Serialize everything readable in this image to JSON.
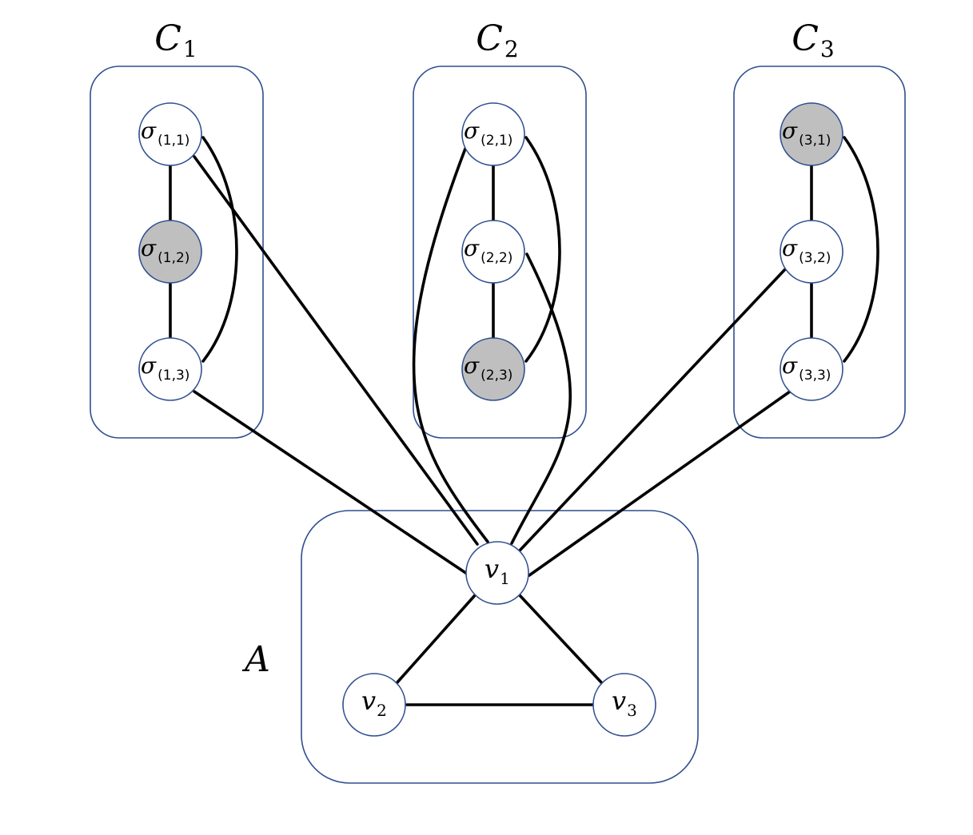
{
  "colors": {
    "box_stroke": "#2f4f8f",
    "node_default": "#ffffff",
    "node_marked": "#bfbfbf",
    "edge": "#000000"
  },
  "groups": [
    {
      "id": "C1",
      "letter": "C",
      "sub": "1"
    },
    {
      "id": "C2",
      "letter": "C",
      "sub": "2"
    },
    {
      "id": "C3",
      "letter": "C",
      "sub": "3"
    },
    {
      "id": "A",
      "letter": "A",
      "sub": ""
    }
  ],
  "nodes": [
    {
      "id": "s11",
      "kind": "sigma",
      "sub": "(1,1)",
      "marked": false
    },
    {
      "id": "s12",
      "kind": "sigma",
      "sub": "(1,2)",
      "marked": true
    },
    {
      "id": "s13",
      "kind": "sigma",
      "sub": "(1,3)",
      "marked": false
    },
    {
      "id": "s21",
      "kind": "sigma",
      "sub": "(2,1)",
      "marked": false
    },
    {
      "id": "s22",
      "kind": "sigma",
      "sub": "(2,2)",
      "marked": false
    },
    {
      "id": "s23",
      "kind": "sigma",
      "sub": "(2,3)",
      "marked": true
    },
    {
      "id": "s31",
      "kind": "sigma",
      "sub": "(3,1)",
      "marked": true
    },
    {
      "id": "s32",
      "kind": "sigma",
      "sub": "(3,2)",
      "marked": false
    },
    {
      "id": "s33",
      "kind": "sigma",
      "sub": "(3,3)",
      "marked": false
    },
    {
      "id": "v1",
      "kind": "v",
      "sub": "1",
      "marked": false
    },
    {
      "id": "v2",
      "kind": "v",
      "sub": "2",
      "marked": false
    },
    {
      "id": "v3",
      "kind": "v",
      "sub": "3",
      "marked": false
    }
  ],
  "labels": {
    "sigma": "σ",
    "v": "v"
  },
  "edges": [
    [
      "s11",
      "s12"
    ],
    [
      "s12",
      "s13"
    ],
    [
      "s11",
      "s13"
    ],
    [
      "s21",
      "s22"
    ],
    [
      "s22",
      "s23"
    ],
    [
      "s21",
      "s23"
    ],
    [
      "s31",
      "s32"
    ],
    [
      "s32",
      "s33"
    ],
    [
      "s31",
      "s33"
    ],
    [
      "v1",
      "v2"
    ],
    [
      "v1",
      "v3"
    ],
    [
      "v2",
      "v3"
    ],
    [
      "s11",
      "v1"
    ],
    [
      "s13",
      "v1"
    ],
    [
      "s21",
      "v1"
    ],
    [
      "s22",
      "v1"
    ],
    [
      "s32",
      "v1"
    ],
    [
      "s33",
      "v1"
    ]
  ]
}
